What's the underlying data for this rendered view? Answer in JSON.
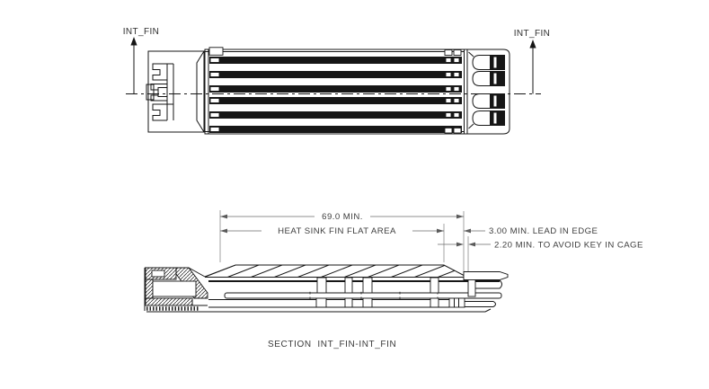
{
  "drawing": {
    "background_color": "#ffffff",
    "line_color": "#161616",
    "dimension_color": "#6a6a6a",
    "text_color": "#3a3a3a",
    "top_view": {
      "section_marker_left": "INT_FIN",
      "section_marker_right": "INT_FIN"
    },
    "section_view": {
      "dim_overall": "69.0 MIN.",
      "dim_flat_area": "HEAT SINK FIN FLAT AREA",
      "dim_lead_in": "3.00 MIN. LEAD IN EDGE",
      "dim_key_clearance": "2.20 MIN. TO AVOID KEY IN CAGE",
      "caption": "SECTION  INT_FIN-INT_FIN"
    }
  }
}
